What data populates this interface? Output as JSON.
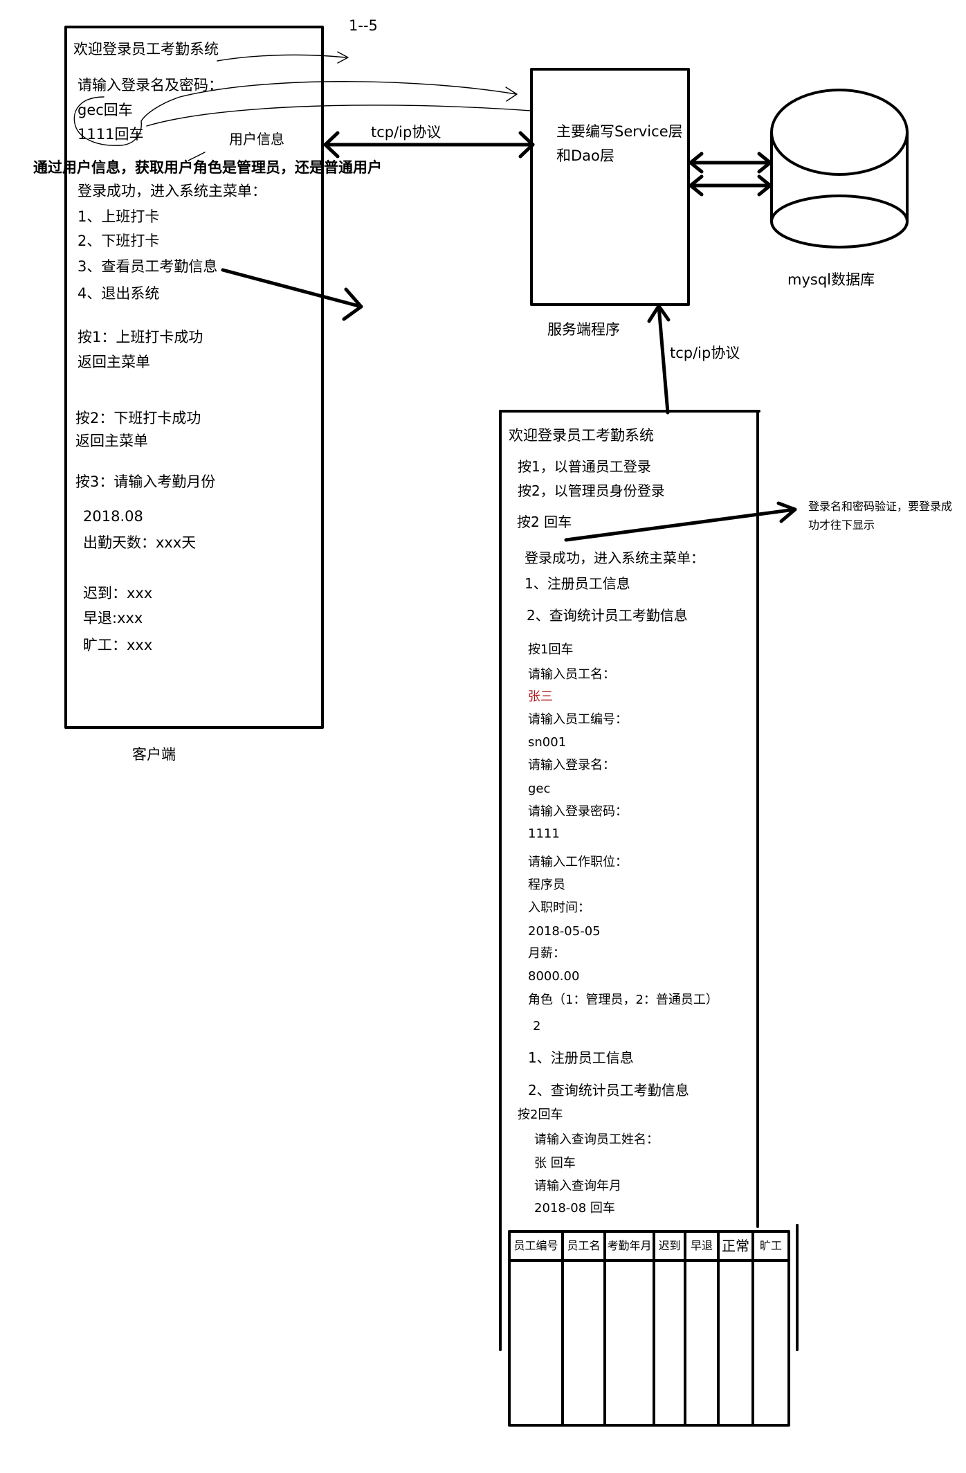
{
  "colors": {
    "ink": "#000000",
    "highlight": "#b22222",
    "background": "#ffffff"
  },
  "range_label": "1--5",
  "client": {
    "welcome": "欢迎登录员工考勤系统",
    "login_prompt": "请输入登录名及密码：",
    "credentials": [
      "gec回车",
      "1111回车"
    ],
    "user_info_label": "用户信息",
    "role_note": "通过用户信息，获取用户角色是管理员，还是普通用户",
    "menu_title": "登录成功，进入系统主菜单：",
    "menu_items": [
      "1、上班打卡",
      "2、下班打卡",
      "3、查看员工考勤信息",
      "4、退出系统"
    ],
    "clock_in_result": [
      "按1：上班打卡成功",
      "返回主菜单"
    ],
    "clock_out_result": [
      "按2：下班打卡成功",
      "返回主菜单"
    ],
    "query_prompt": "按3：请输入考勤月份",
    "query_month": "2018.08",
    "attendance_days": "出勤天数：xxx天",
    "late": "迟到：xxx",
    "early_leave": "早退:xxx",
    "absent": "旷工：xxx",
    "caption": "客户端"
  },
  "connections": {
    "client_server_protocol": "tcp/ip协议",
    "admin_server_protocol": "tcp/ip协议"
  },
  "server": {
    "description": [
      "主要编写Service层",
      "和Dao层"
    ],
    "caption": "服务端程序"
  },
  "database": {
    "caption": "mysql数据库"
  },
  "admin_client": {
    "welcome": "欢迎登录员工考勤系统",
    "login_options": [
      "按1，以普通员工登录",
      "按2，以管理员身份登录"
    ],
    "choice": "按2 回车",
    "validation_note": [
      "登录名和密码验证，要登录成",
      "功才往下显示"
    ],
    "menu_title": "登录成功，进入系统主菜单：",
    "menu_items": [
      "1、注册员工信息",
      "2、查询统计员工考勤信息"
    ],
    "register": {
      "choice": "按1回车",
      "fields": [
        {
          "prompt": "请输入员工名：",
          "value": "张三"
        },
        {
          "prompt": "请输入员工编号：",
          "value": "sn001"
        },
        {
          "prompt": "请输入登录名：",
          "value": "gec"
        },
        {
          "prompt": "请输入登录密码：",
          "value": "1111"
        },
        {
          "prompt": "请输入工作职位：",
          "value": "程序员"
        },
        {
          "prompt": "入职时间：",
          "value": "2018-05-05"
        },
        {
          "prompt": "月薪：",
          "value": "8000.00"
        },
        {
          "prompt": "角色（1：管理员，2：普通员工）",
          "value": "2"
        }
      ]
    },
    "menu_items_repeat": [
      "1、注册员工信息",
      "2、查询统计员工考勤信息"
    ],
    "query": {
      "choice": "按2回车",
      "name_prompt": "请输入查询员工姓名：",
      "name_value": "张 回车",
      "month_prompt": "请输入查询年月",
      "month_value": "2018-08 回车"
    },
    "attendance_table": {
      "headers": [
        "员工编号",
        "员工名",
        "考勤年月",
        "迟到",
        "早退",
        "正常",
        "旷工"
      ]
    }
  }
}
